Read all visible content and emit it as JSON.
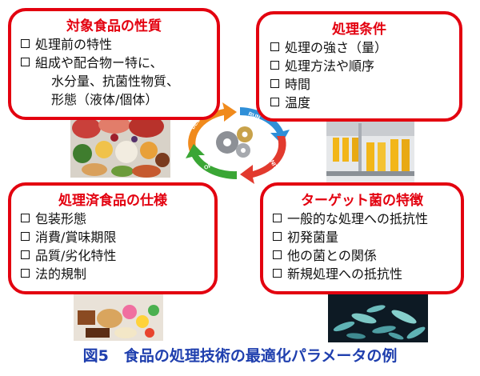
{
  "boxes": {
    "tl": {
      "title": "対象食品の性質",
      "items": [
        "処理前の特性",
        "組成や配合物ー特に、"
      ],
      "continuation": [
        "水分量、抗菌性物質、",
        "形態（液体/個体）"
      ]
    },
    "tr": {
      "title": "処理条件",
      "items": [
        "処理の強さ（量）",
        "処理方法や順序",
        "時間",
        "温度"
      ]
    },
    "bl": {
      "title": "処理済食品の仕様",
      "items": [
        "包装形態",
        "消費/賞味期限",
        "品質/劣化特性",
        "法的規制"
      ]
    },
    "br": {
      "title": "ターゲット菌の特徴",
      "items": [
        "一般的な処理への抵抗性",
        "初発菌量",
        "他の菌との関係",
        "新規処理への抵抗性"
      ]
    }
  },
  "cycle": {
    "labels": [
      "DESIGN",
      "RUN",
      "MONITOR",
      "OPTIMIZE"
    ],
    "colors": [
      "#f08a1c",
      "#2f8fd8",
      "#e23a2e",
      "#3aa635"
    ]
  },
  "caption": "図5　食品の処理技術の最適化パラメータの例"
}
